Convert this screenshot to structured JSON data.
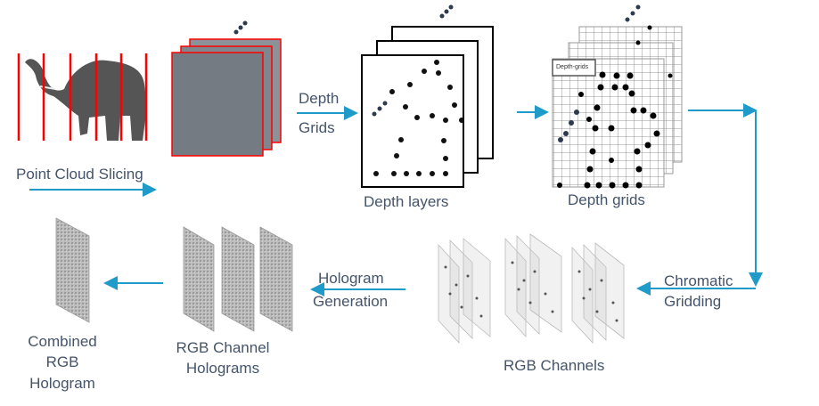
{
  "labels": {
    "point_cloud_slicing": "Point Cloud Slicing",
    "depth_grids_arrow_1": "Depth",
    "depth_grids_arrow_2": "Grids",
    "depth_layers": "Depth layers",
    "depth_grids": "Depth grids",
    "depth_grids_tag": "Depth-grids",
    "chromatic_1": "Chromatic",
    "chromatic_2": "Gridding",
    "rgb_channels": "RGB Channels",
    "hologram_gen_1": "Hologram",
    "hologram_gen_2": "Generation",
    "rgb_holo_1": "RGB Channel",
    "rgb_holo_2": "Holograms",
    "combined_1": "Combined",
    "combined_2": "RGB",
    "combined_3": "Hologram"
  },
  "colors": {
    "arrow": "#1f9bc9",
    "slice": "#ff0000",
    "text": "#44546a"
  }
}
